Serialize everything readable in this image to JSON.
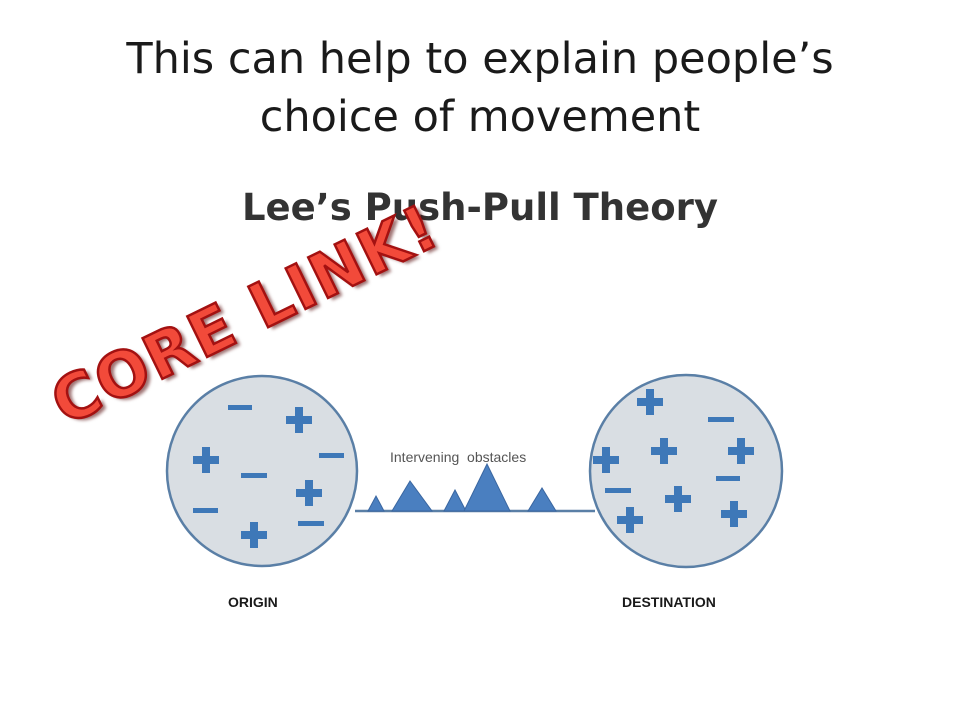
{
  "slide": {
    "title_line1": "This can help to explain people’s",
    "title_line2": "choice of movement"
  },
  "diagram": {
    "title": "Lee’s Push-Pull Theory",
    "obstacles_label": "Intervening  obstacles",
    "origin_label": "ORIGIN",
    "destination_label": "DESTINATION"
  },
  "stamp": {
    "text": "CORE LINK!"
  },
  "colors": {
    "circle_fill": "#d9dee3",
    "circle_stroke": "#5a7fa6",
    "symbol": "#3e78b8",
    "stamp": "#f24a3a"
  }
}
